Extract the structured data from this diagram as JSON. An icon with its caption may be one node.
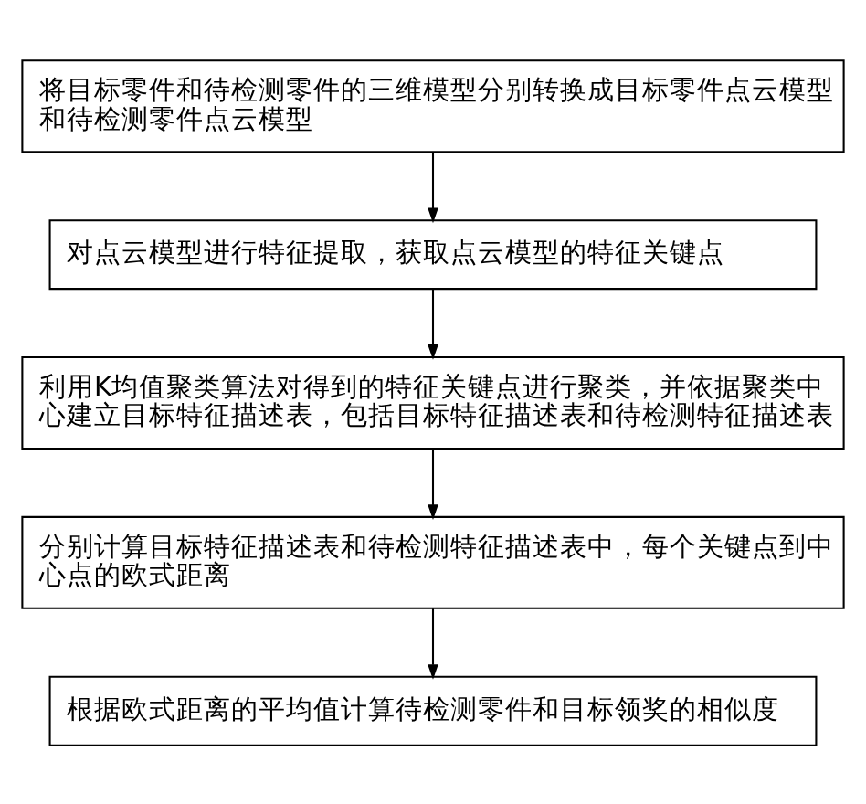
{
  "diagram": {
    "nodes": [
      {
        "text": [
          "将目标零件和待检测零件的三维模型分别转换成目标零件点云模型和待检测零件点云模型"
        ]
      },
      {
        "text": [
          "对点云模型进行特征提取，获取点云模型的特征关键点"
        ]
      },
      {
        "text": [
          "利用K均值聚类算法对得到的特征关键点进行聚类，并依据聚类中心建立目标特征描述表，包括目标特征描述表和待检测特征描述表"
        ]
      },
      {
        "text": [
          "分别计算目标特征描述表和待检测特征描述表中，每个关键点到中心点的欧式距离"
        ]
      },
      {
        "text": [
          "根据欧式距离的平均值计算待检测零件和目标领奖的相似度"
        ]
      }
    ],
    "edges": [
      {
        "from": 0,
        "to": 1,
        "arrow": "to"
      },
      {
        "from": 1,
        "to": 2,
        "arrow": "to"
      },
      {
        "from": 2,
        "to": 3,
        "arrow": "to"
      },
      {
        "from": 3,
        "to": 4,
        "arrow": "to"
      }
    ]
  }
}
